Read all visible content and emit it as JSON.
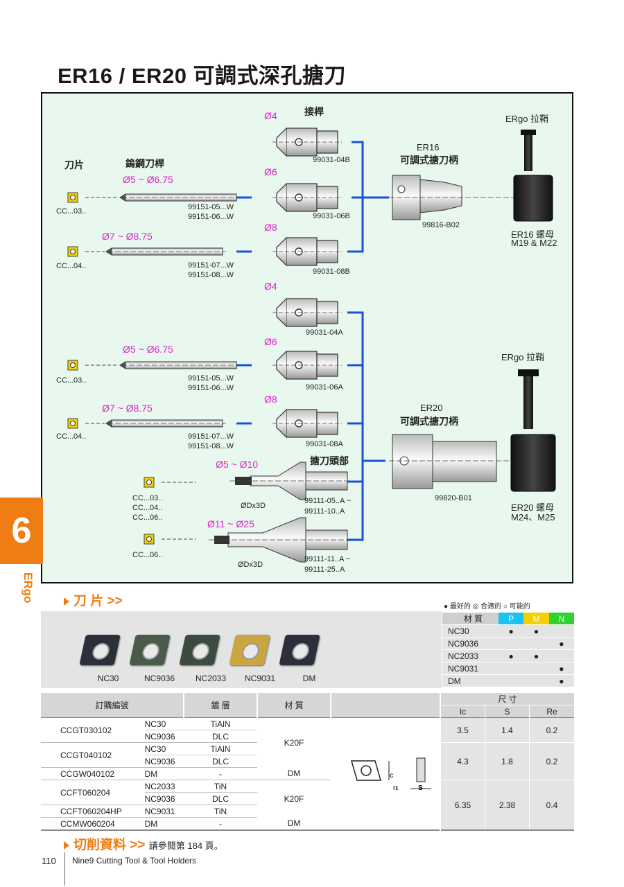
{
  "title": "ER16 / ER20 可調式深孔搪刀",
  "chapter": {
    "number": "6",
    "side_label": "ERgo"
  },
  "diagram": {
    "label_insert": "刀片",
    "label_bar": "鎢鋼刀桿",
    "label_adapter": "接桿",
    "label_er16_holder_line1": "ER16",
    "label_er16_holder_line2": "可調式搪刀柄",
    "label_er20_holder_line1": "ER20",
    "label_er20_holder_line2": "可調式搪刀柄",
    "label_pull_stud_1": "ERgo 拉鞘",
    "label_pull_stud_2": "ERgo 拉鞘",
    "label_boring_head": "搪刀頭部",
    "nut_er16_line1": "ER16 螺母",
    "nut_er16_line2": "M19 & M22",
    "nut_er20_line1": "ER20 螺母",
    "nut_er20_line2": "M24、M25",
    "holder_er16_code": "99816-B02",
    "holder_er20_code": "99820-B01",
    "phi_4": "Ø4",
    "phi_6": "Ø6",
    "phi_8": "Ø8",
    "phi_4b": "Ø4",
    "phi_6b": "Ø6",
    "phi_8b": "Ø8",
    "range_5_675": "Ø5 ~ Ø6.75",
    "range_7_875": "Ø7 ~ Ø8.75",
    "range_5_675b": "Ø5 ~ Ø6.75",
    "range_7_875b": "Ø7 ~ Ø8.75",
    "range_5_10": "Ø5 ~ Ø10",
    "range_11_25": "Ø11 ~ Ø25",
    "ins_cc03": "CC...03..",
    "ins_cc04": "CC...04..",
    "ins_cc03b": "CC...03..",
    "ins_cc04b": "CC...04..",
    "ins_cc03c": "CC...03..",
    "ins_cc04c": "CC...04..",
    "ins_cc06c": "CC...06..",
    "ins_cc06d": "CC...06..",
    "bar_0506_a": "99151-05...W",
    "bar_0506_b": "99151-06...W",
    "bar_0708_a": "99151-07...W",
    "bar_0708_b": "99151-08...W",
    "bar_0506b_a": "99151-05...W",
    "bar_0506b_b": "99151-06...W",
    "bar_0708b_a": "99151-07...W",
    "bar_0708b_b": "99151-08...W",
    "ad_04b": "99031-04B",
    "ad_06b": "99031-06B",
    "ad_08b": "99031-08B",
    "ad_04a": "99031-04A",
    "ad_06a": "99031-06A",
    "ad_08a": "99031-08A",
    "head_a1": "99111-05..A ~",
    "head_a2": "99111-10..A",
    "head_b1": "99111-11..A ~",
    "head_b2": "99111-25..A",
    "dx3d_1": "ØDx3D",
    "dx3d_2": "ØDx3D"
  },
  "insert_section": {
    "heading": "刀 片 >>",
    "legend": "● 最好的  ◎ 合適的  ○ 可能的",
    "grades_shown": [
      "NC30",
      "NC9036",
      "NC2033",
      "NC9031",
      "DM"
    ],
    "grade_colors": [
      "#2a2f3a",
      "#4a5a4a",
      "#3c4a40",
      "#c9a640",
      "#2a2f3a"
    ],
    "material_header": "材 質",
    "p": "P",
    "m": "M",
    "n": "N",
    "color_p": "#19c3f0",
    "color_m": "#f5d000",
    "color_n": "#2ed12e",
    "rows": [
      {
        "grade": "NC30",
        "p": "●",
        "m": "●",
        "n": ""
      },
      {
        "grade": "NC9036",
        "p": "",
        "m": "",
        "n": "●"
      },
      {
        "grade": "NC2033",
        "p": "●",
        "m": "●",
        "n": ""
      },
      {
        "grade": "NC9031",
        "p": "",
        "m": "",
        "n": "●"
      },
      {
        "grade": "DM",
        "p": "",
        "m": "",
        "n": "●"
      }
    ]
  },
  "spec_table": {
    "h_order": "訂購編號",
    "h_coat": "鍍 層",
    "h_mat": "材 質",
    "h_size": "尺 寸",
    "h_ic": "Ic",
    "h_s": "S",
    "h_re": "Re",
    "rows": [
      {
        "code": "CCGT030102",
        "grade": "NC30",
        "coat": "TiAlN"
      },
      {
        "code": "",
        "grade": "NC9036",
        "coat": "DLC"
      },
      {
        "code": "CCGT040102",
        "grade": "NC30",
        "coat": "TiAlN"
      },
      {
        "code": "",
        "grade": "NC9036",
        "coat": "DLC"
      },
      {
        "code": "CCGW040102",
        "grade": "DM",
        "coat": "-"
      },
      {
        "code": "CCFT060204",
        "grade": "NC2033",
        "coat": "TiN"
      },
      {
        "code": "",
        "grade": "NC9036",
        "coat": "DLC"
      },
      {
        "code": "CCFT060204HP",
        "grade": "NC9031",
        "coat": "TiN"
      },
      {
        "code": "CCMW060204",
        "grade": "DM",
        "coat": "-"
      }
    ],
    "mat_k20f_1": "K20F",
    "mat_dm_1": "DM",
    "mat_k20f_2": "K20F",
    "mat_dm_2": "DM",
    "dims": [
      {
        "ic": "3.5",
        "s": "1.4",
        "re": "0.2"
      },
      {
        "ic": "4.3",
        "s": "1.8",
        "re": "0.2"
      },
      {
        "ic": "6.35",
        "s": "2.38",
        "re": "0.4"
      }
    ],
    "sketch_ic": "ic",
    "sketch_re": "rε",
    "sketch_s": "S"
  },
  "footer": {
    "cut_data_heading": "切削資料 >>",
    "cut_data_note": "請參閱第 184 頁。",
    "page_number": "110",
    "brand": "Nine9 Cutting Tool & Tool Holders"
  },
  "colors": {
    "accent": "#f07d14",
    "connector": "#1a4fe0",
    "magenta": "#e020c8",
    "panel": "#e8f8ee"
  }
}
